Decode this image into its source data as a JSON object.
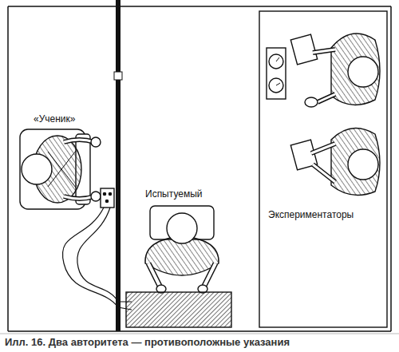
{
  "diagram": {
    "caption": "Илл. 16. Два авторитета — противоположные указания",
    "labels": [
      "«Ученик»",
      "Испытуемый",
      "Экспериментаторы"
    ]
  }
}
